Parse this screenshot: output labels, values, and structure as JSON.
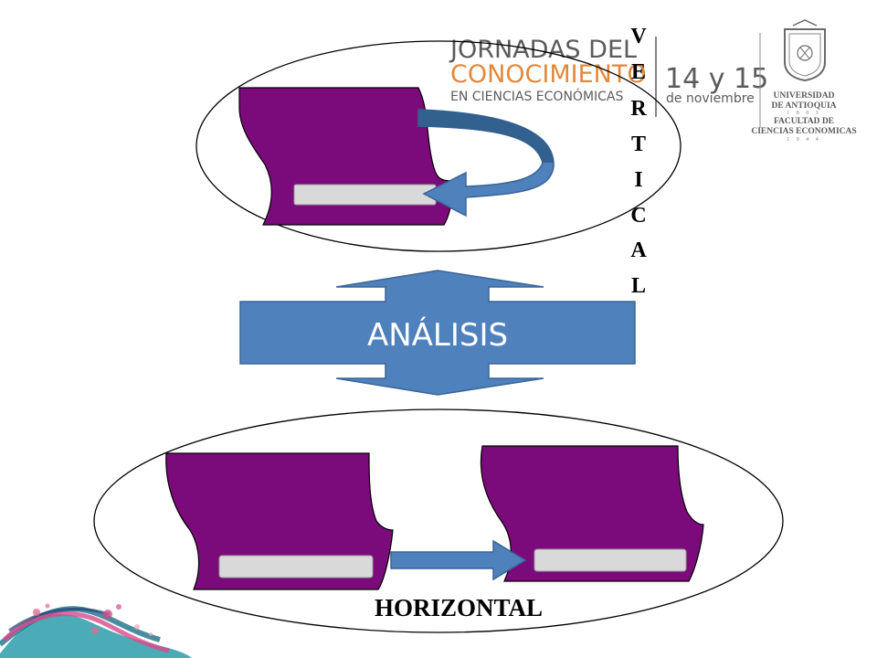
{
  "event_logo": {
    "line1": "JORNADAS DEL",
    "line2": "CONOCIMIENTO",
    "line3": "EN CIENCIAS ECONÓMICAS",
    "date_main": "14 y 15",
    "date_sub": "de noviembre",
    "color_dark": "#5b5b5b",
    "color_orange": "#e2893b"
  },
  "university_logo": {
    "name_line1": "UNIVERSIDAD",
    "name_line2": "DE ANTIOQUIA",
    "founded": "1 8 0 3",
    "faculty_line1": "FACULTAD DE",
    "faculty_line2": "CIENCIAS ECONOMICAS",
    "faculty_year": "1 9 4 4"
  },
  "diagram": {
    "vertical_letters": [
      "V",
      "E",
      "R",
      "T",
      "I",
      "C",
      "A",
      "L"
    ],
    "center_label": "ANÁLISIS",
    "horizontal_label": "HORIZONTAL",
    "colors": {
      "scroll_fill": "#7b0a7b",
      "scroll_label": "#d9d9d9",
      "arrow_fill": "#4f81bd",
      "arrow_stroke": "#3a6496",
      "curved_arrow_dark": "#2f5d8a"
    }
  }
}
